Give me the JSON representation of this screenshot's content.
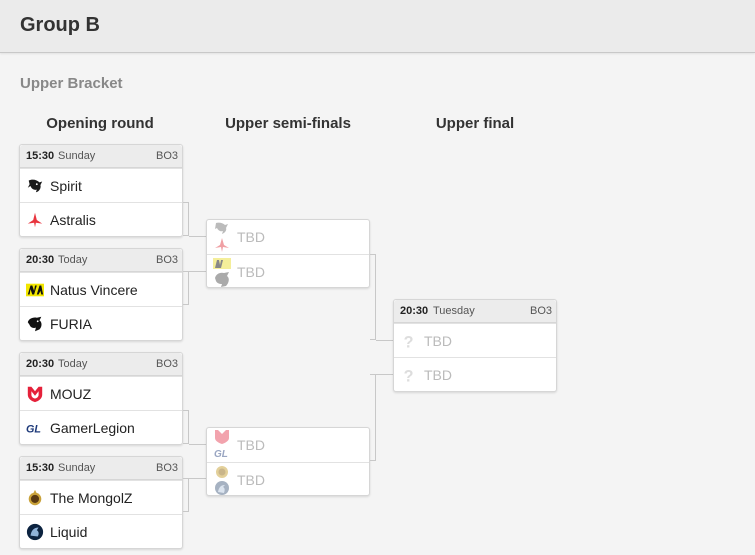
{
  "header": {
    "title": "Group B"
  },
  "section": {
    "label": "Upper Bracket"
  },
  "rounds": [
    {
      "title": "Opening round"
    },
    {
      "title": "Upper semi-finals"
    },
    {
      "title": "Upper final"
    }
  ],
  "matches": [
    {
      "time": "15:30",
      "day": "Sunday",
      "bo": "BO3",
      "teams": [
        {
          "name": "Spirit",
          "icon": "spirit-dragon-icon"
        },
        {
          "name": "Astralis",
          "icon": "astralis-star-icon"
        }
      ]
    },
    {
      "time": "20:30",
      "day": "Today",
      "bo": "BO3",
      "teams": [
        {
          "name": "Natus Vincere",
          "icon": "navi-logo-icon"
        },
        {
          "name": "FURIA",
          "icon": "furia-panther-icon"
        }
      ]
    },
    {
      "time": "20:30",
      "day": "Today",
      "bo": "BO3",
      "teams": [
        {
          "name": "MOUZ",
          "icon": "mouz-shield-icon"
        },
        {
          "name": "GamerLegion",
          "icon": "gamerlegion-gl-icon"
        }
      ]
    },
    {
      "time": "15:30",
      "day": "Sunday",
      "bo": "BO3",
      "teams": [
        {
          "name": "The MongolZ",
          "icon": "mongolz-emblem-icon"
        },
        {
          "name": "Liquid",
          "icon": "liquid-horse-icon"
        }
      ]
    }
  ],
  "semis": [
    {
      "teams": [
        {
          "name": "TBD"
        },
        {
          "name": "TBD"
        }
      ]
    },
    {
      "teams": [
        {
          "name": "TBD"
        },
        {
          "name": "TBD"
        }
      ]
    }
  ],
  "final": {
    "time": "20:30",
    "day": "Tuesday",
    "bo": "BO3",
    "teams": [
      {
        "name": "TBD",
        "icon": "question-mark-icon"
      },
      {
        "name": "TBD",
        "icon": "question-mark-icon"
      }
    ]
  },
  "colors": {
    "astralis": "#e8353e",
    "navi": "#f2e600",
    "mouz": "#e5213a",
    "liquid": "#0c2340"
  }
}
